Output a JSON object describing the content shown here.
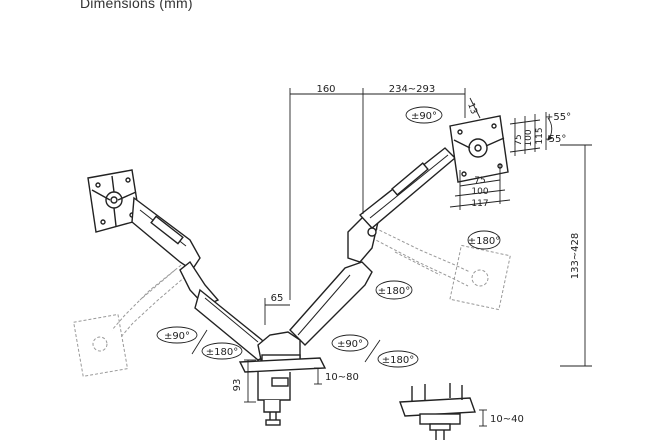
{
  "title": "Dimensions (mm)",
  "dims": {
    "d160": "160",
    "d234_293": "234~293",
    "d13": "13",
    "d65": "65",
    "d93": "93",
    "d10_80": "10~80",
    "d10_40": "10~40",
    "d133_428": "133~428",
    "d75h": "75",
    "d100h": "100",
    "d117h": "117",
    "d75v": "75",
    "d100v": "100",
    "d115v": "115"
  },
  "angles": {
    "a90_top": "±90°",
    "a55p": "+55°",
    "a55n": "-55°",
    "a180_right": "±180°",
    "a180_mid": "±180°",
    "a90_left": "±90°",
    "a180_left": "±180°",
    "a90_bottom": "±90°",
    "a180_bottom": "±180°"
  }
}
